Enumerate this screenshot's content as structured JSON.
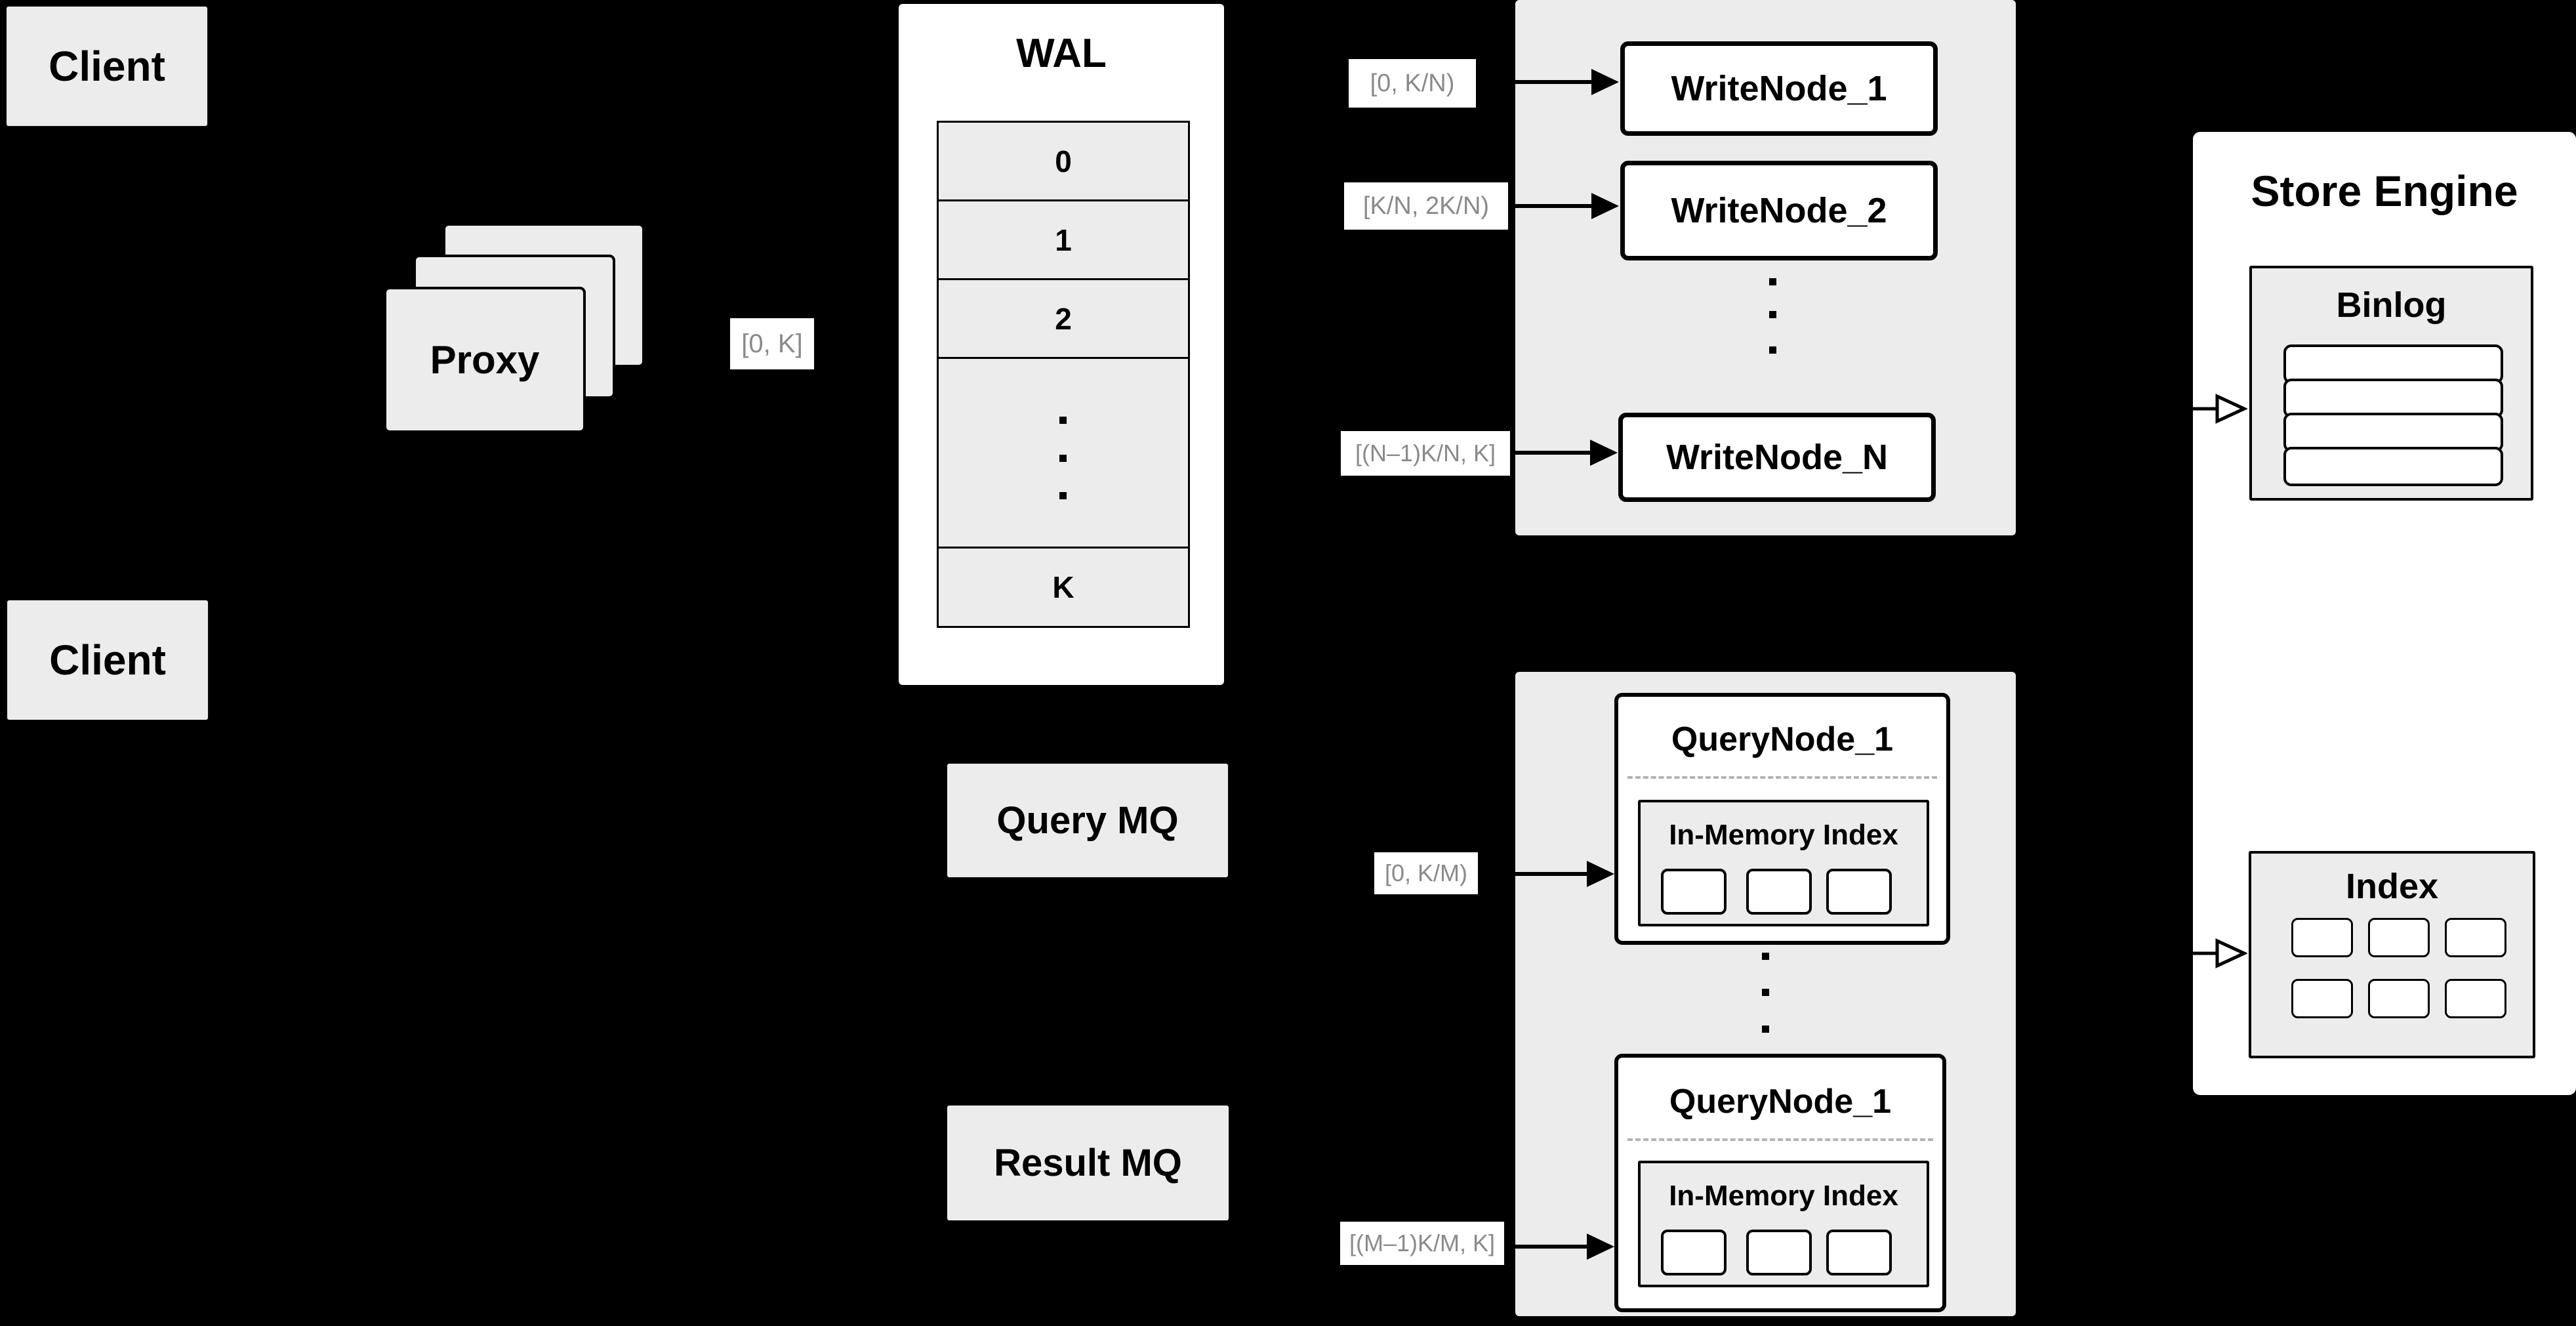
{
  "colors": {
    "background": "#000000",
    "panel_gray": "#ececec",
    "box_white": "#ffffff",
    "stroke_black": "#000000",
    "range_label_text": "#8a8a8a",
    "dashed_separator": "#b3b3b3"
  },
  "clients": {
    "top": "Client",
    "bottom": "Client"
  },
  "proxy": {
    "label": "Proxy"
  },
  "ranges": {
    "proxy_out": "[0, K]",
    "write_node_1": "[0, K/N)",
    "write_node_2": "[K/N, 2K/N)",
    "write_node_n": "[(N–1)K/N, K]",
    "query_node_1": "[0, K/M)",
    "query_node_m": "[(M–1)K/M, K]"
  },
  "wal": {
    "title": "WAL",
    "cell_0": "0",
    "cell_1": "1",
    "cell_2": "2",
    "cell_k": "K"
  },
  "write_group": {
    "node_1": "WriteNode_1",
    "node_2": "WriteNode_2",
    "node_n": "WriteNode_N"
  },
  "mq": {
    "query": "Query MQ",
    "result": "Result MQ"
  },
  "query_group": {
    "node_top_title": "QueryNode_1",
    "node_top_inner": "In-Memory Index",
    "node_bottom_title": "QueryNode_1",
    "node_bottom_inner": "In-Memory Index"
  },
  "store_engine": {
    "title": "Store Engine",
    "binlog_title": "Binlog",
    "index_title": "Index"
  }
}
